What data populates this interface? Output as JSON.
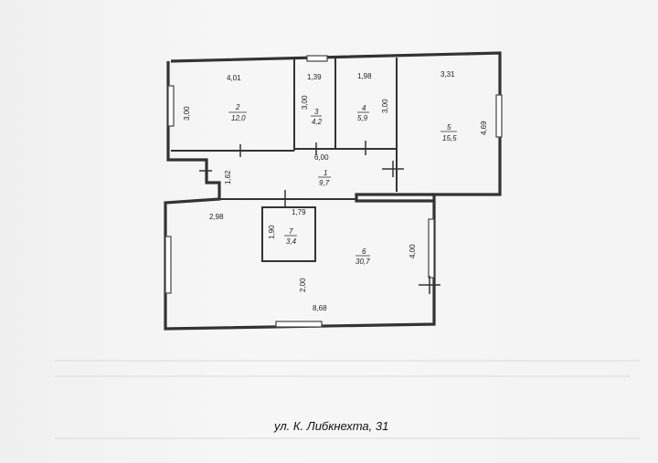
{
  "plan": {
    "rooms": [
      {
        "id": "room-1",
        "number": "1",
        "area": "9,7"
      },
      {
        "id": "room-2",
        "number": "2",
        "area": "12,0"
      },
      {
        "id": "room-3",
        "number": "3",
        "area": "4,2"
      },
      {
        "id": "room-4",
        "number": "4",
        "area": "5,9"
      },
      {
        "id": "room-5",
        "number": "5",
        "area": "15,5"
      },
      {
        "id": "room-6",
        "number": "6",
        "area": "30,7"
      },
      {
        "id": "room-7",
        "number": "7",
        "area": "3,4"
      }
    ],
    "dimensions": {
      "d401": "4,01",
      "d139": "1,39",
      "d198": "1,98",
      "d331": "3,31",
      "d300a": "3,00",
      "d300b": "3,00",
      "d300c": "3,00",
      "d469": "4,69",
      "d600": "6,00",
      "d162": "1,62",
      "d298": "2,98",
      "d179": "1,79",
      "d190": "1,90",
      "d400": "4,00",
      "d200": "2,00",
      "d868": "8,68"
    },
    "address": "ул. К. Либкнехта, 31"
  }
}
